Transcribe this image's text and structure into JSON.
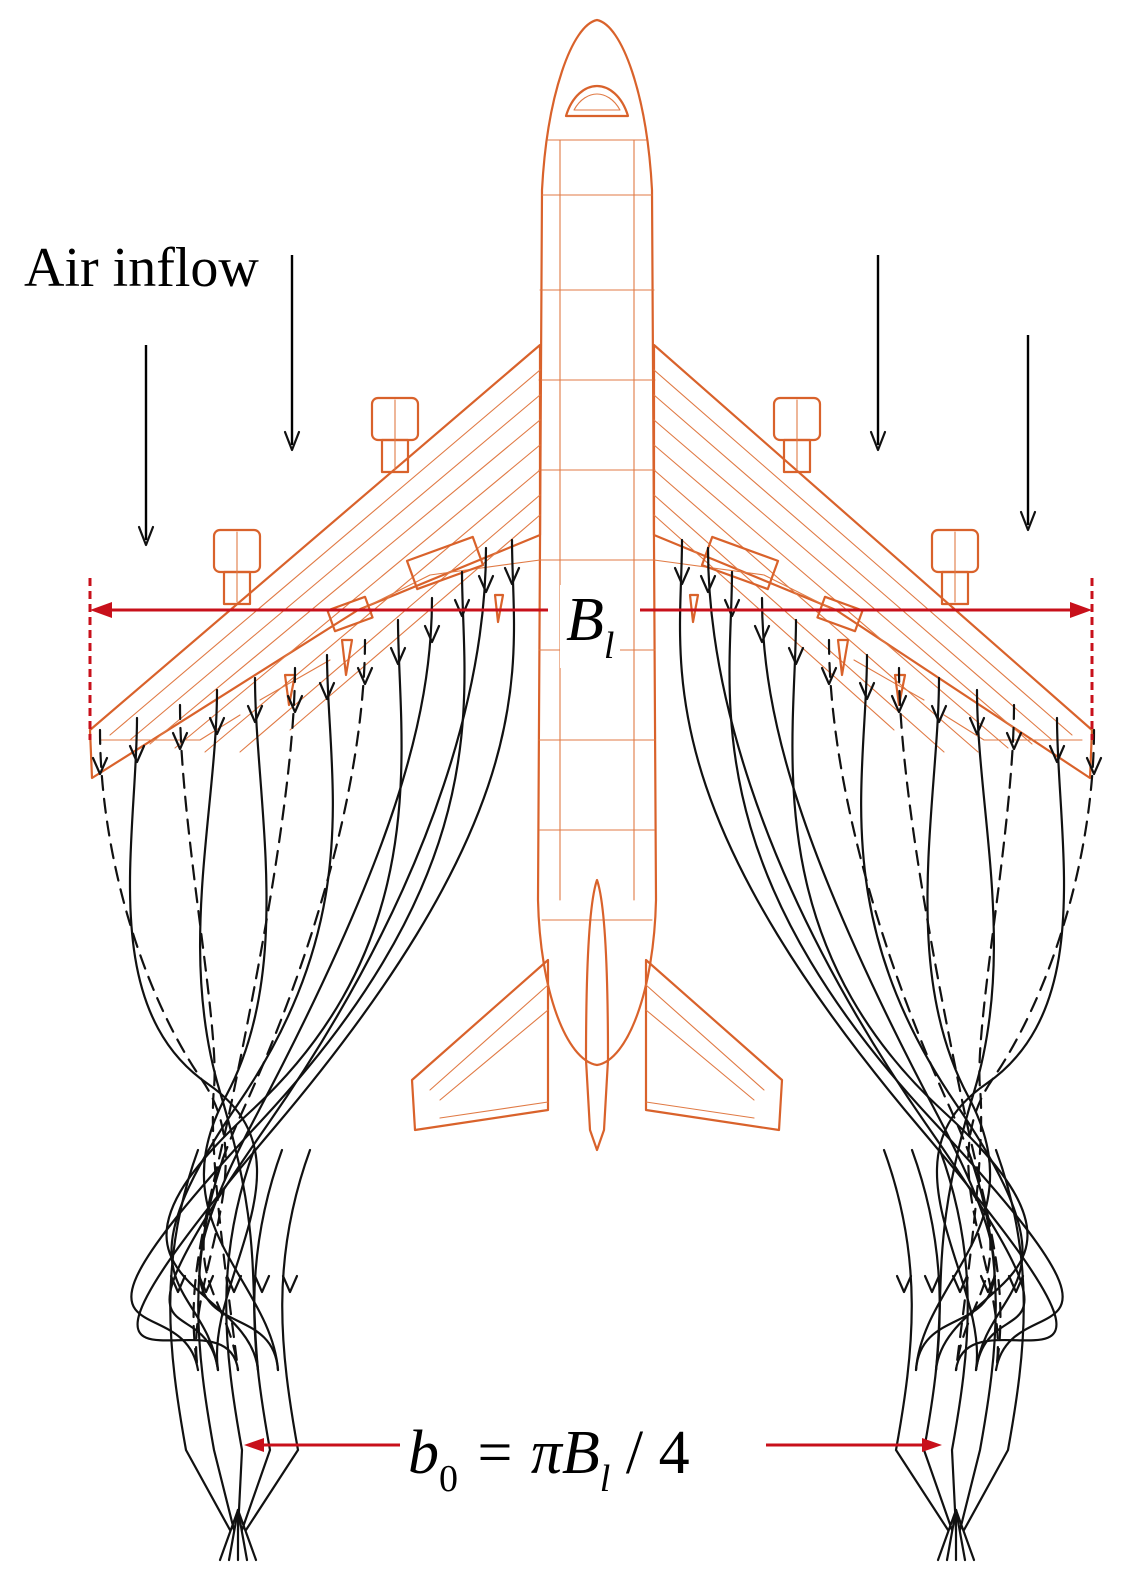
{
  "labels": {
    "air_inflow": "Air inflow",
    "wingspan_symbol": "B",
    "wingspan_subscript": "l",
    "vortex_spacing_symbol": "b",
    "vortex_spacing_subscript": "0",
    "vortex_spacing_rhs": " = πB",
    "vortex_spacing_rhs_subscript": "l",
    "vortex_spacing_tail": " / 4"
  },
  "colors": {
    "aircraft": "#d9622b",
    "dimension_lines": "#c8101b",
    "streamlines": "#111111"
  },
  "icons": {
    "aircraft": "airliner-top-view",
    "inflow": "down-arrow",
    "vortex": "wake-vortex-streamlines"
  }
}
